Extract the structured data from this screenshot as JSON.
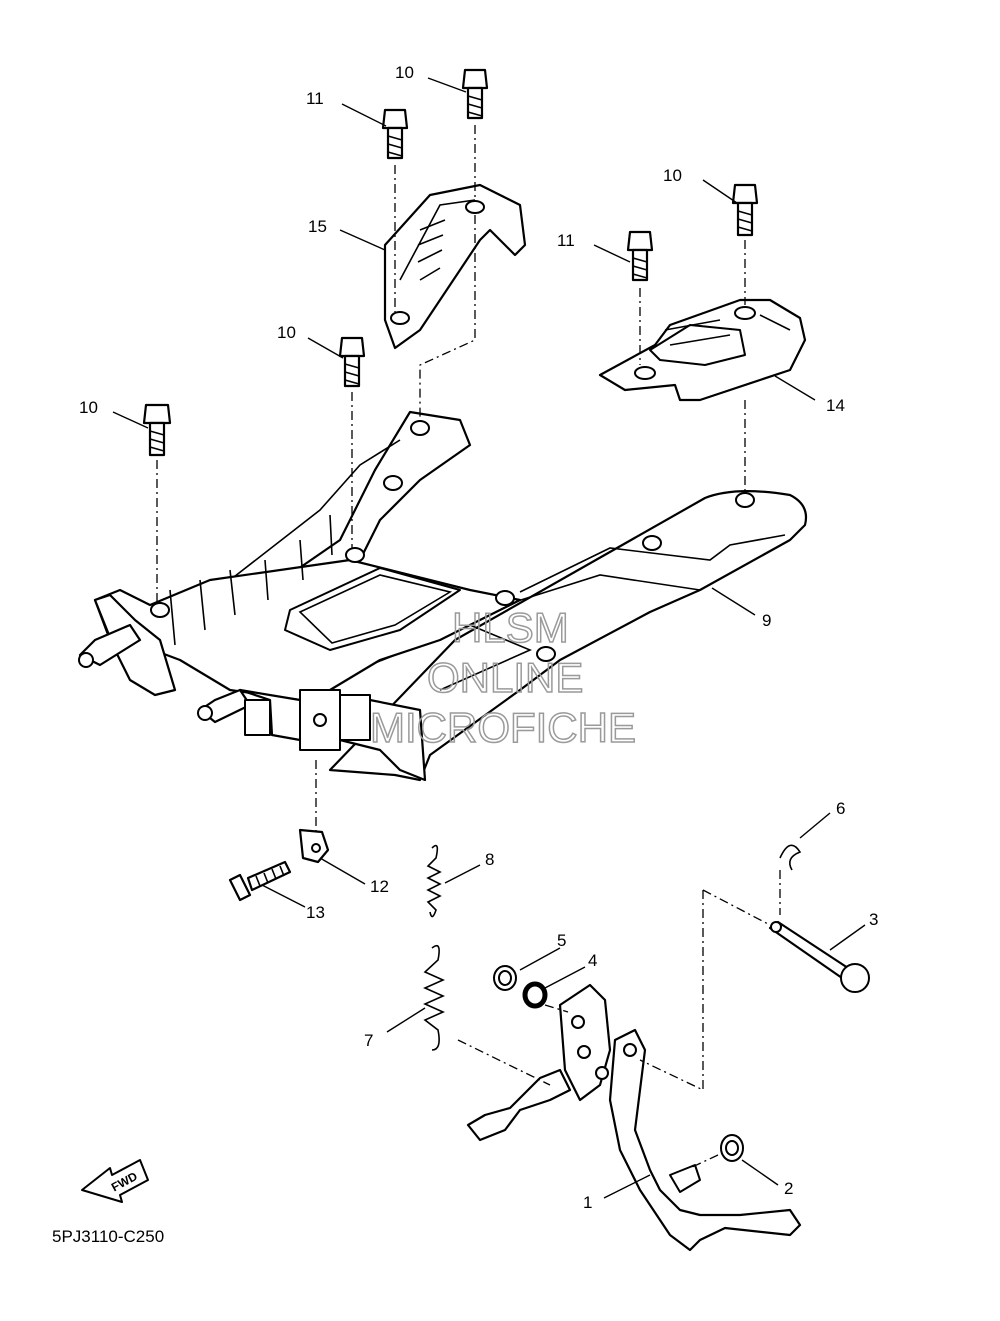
{
  "diagram": {
    "code": "5PJ3110-C250",
    "fwd_label": "FWD",
    "watermark": [
      "HLSM",
      "ONLINE",
      "MICROFICHE"
    ],
    "callouts": [
      {
        "id": "c1",
        "text": "1"
      },
      {
        "id": "c2",
        "text": "2"
      },
      {
        "id": "c3",
        "text": "3"
      },
      {
        "id": "c4",
        "text": "4"
      },
      {
        "id": "c5",
        "text": "5"
      },
      {
        "id": "c6",
        "text": "6"
      },
      {
        "id": "c7",
        "text": "7"
      },
      {
        "id": "c8",
        "text": "8"
      },
      {
        "id": "c9",
        "text": "9"
      },
      {
        "id": "c10a",
        "text": "10"
      },
      {
        "id": "c10b",
        "text": "10"
      },
      {
        "id": "c10c",
        "text": "10"
      },
      {
        "id": "c10d",
        "text": "10"
      },
      {
        "id": "c11a",
        "text": "11"
      },
      {
        "id": "c11b",
        "text": "11"
      },
      {
        "id": "c12",
        "text": "12"
      },
      {
        "id": "c13",
        "text": "13"
      },
      {
        "id": "c14",
        "text": "14"
      },
      {
        "id": "c15",
        "text": "15"
      }
    ]
  }
}
